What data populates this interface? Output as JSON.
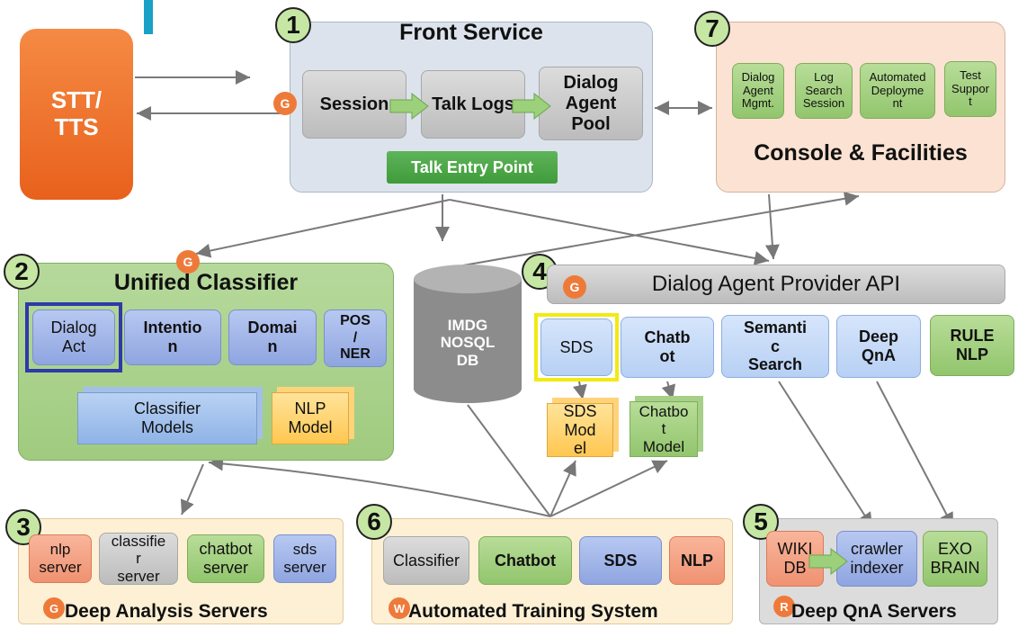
{
  "stt_tts": "STT/\nTTS",
  "front_service": {
    "number": "1",
    "title": "Front Service",
    "session": "Session",
    "talk_logs": "Talk Logs",
    "dialog_agent_pool": "Dialog\nAgent\nPool",
    "talk_entry_point": "Talk Entry Point",
    "badge": "G"
  },
  "console": {
    "number": "7",
    "title": "Console & Facilities",
    "items": [
      "Dialog\nAgent\nMgmt.",
      "Log\nSearch\nSession",
      "Automated\nDeployme\nnt",
      "Test\nSuppor\nt"
    ]
  },
  "unified_classifier": {
    "number": "2",
    "title": "Unified Classifier",
    "badge": "G",
    "dialog_act": "Dialog\nAct",
    "intention": "Intentio\nn",
    "domain": "Domai\nn",
    "pos_ner": "POS\n/\nNER",
    "classifier_models": "Classifier\nModels",
    "nlp_model": "NLP\nModel"
  },
  "imdg": "IMDG\nNOSQL\nDB",
  "provider": {
    "number": "4",
    "title": "Dialog Agent Provider API",
    "badge": "G",
    "sds": "SDS",
    "chatbot": "Chatb\not",
    "semantic_search": "Semanti\nc\nSearch",
    "deep_qna": "Deep\nQnA",
    "rule_nlp": "RULE\nNLP",
    "sds_model": "SDS\nMod\nel",
    "chatbot_model": "Chatbo\nt\nModel"
  },
  "deep_analysis": {
    "number": "3",
    "title": "Deep Analysis Servers",
    "badge": "G",
    "nlp_server": "nlp\nserver",
    "classifier_server": "classifie\nr\nserver",
    "chatbot_server": "chatbot\nserver",
    "sds_server": "sds\nserver"
  },
  "training": {
    "number": "6",
    "title": "Automated Training System",
    "badge": "W",
    "classifier": "Classifier",
    "chatbot": "Chatbot",
    "sds": "SDS",
    "nlp": "NLP"
  },
  "qna_servers": {
    "number": "5",
    "title": "Deep QnA Servers",
    "badge": "R",
    "wiki_db": "WIKI\nDB",
    "crawler_indexer": "crawler\nindexer",
    "exo_brain": "EXO\nBRAIN"
  },
  "colors": {
    "front_bg": "#dce3ec",
    "console_bg": "#fbe2d2",
    "classifier_bg": "#a9d18e",
    "servers_bg": "#fdf0d4",
    "qna_bg": "#dcdcdc",
    "stt_orange": "#f06a1e",
    "badge_orange": "#ee7a3a"
  }
}
